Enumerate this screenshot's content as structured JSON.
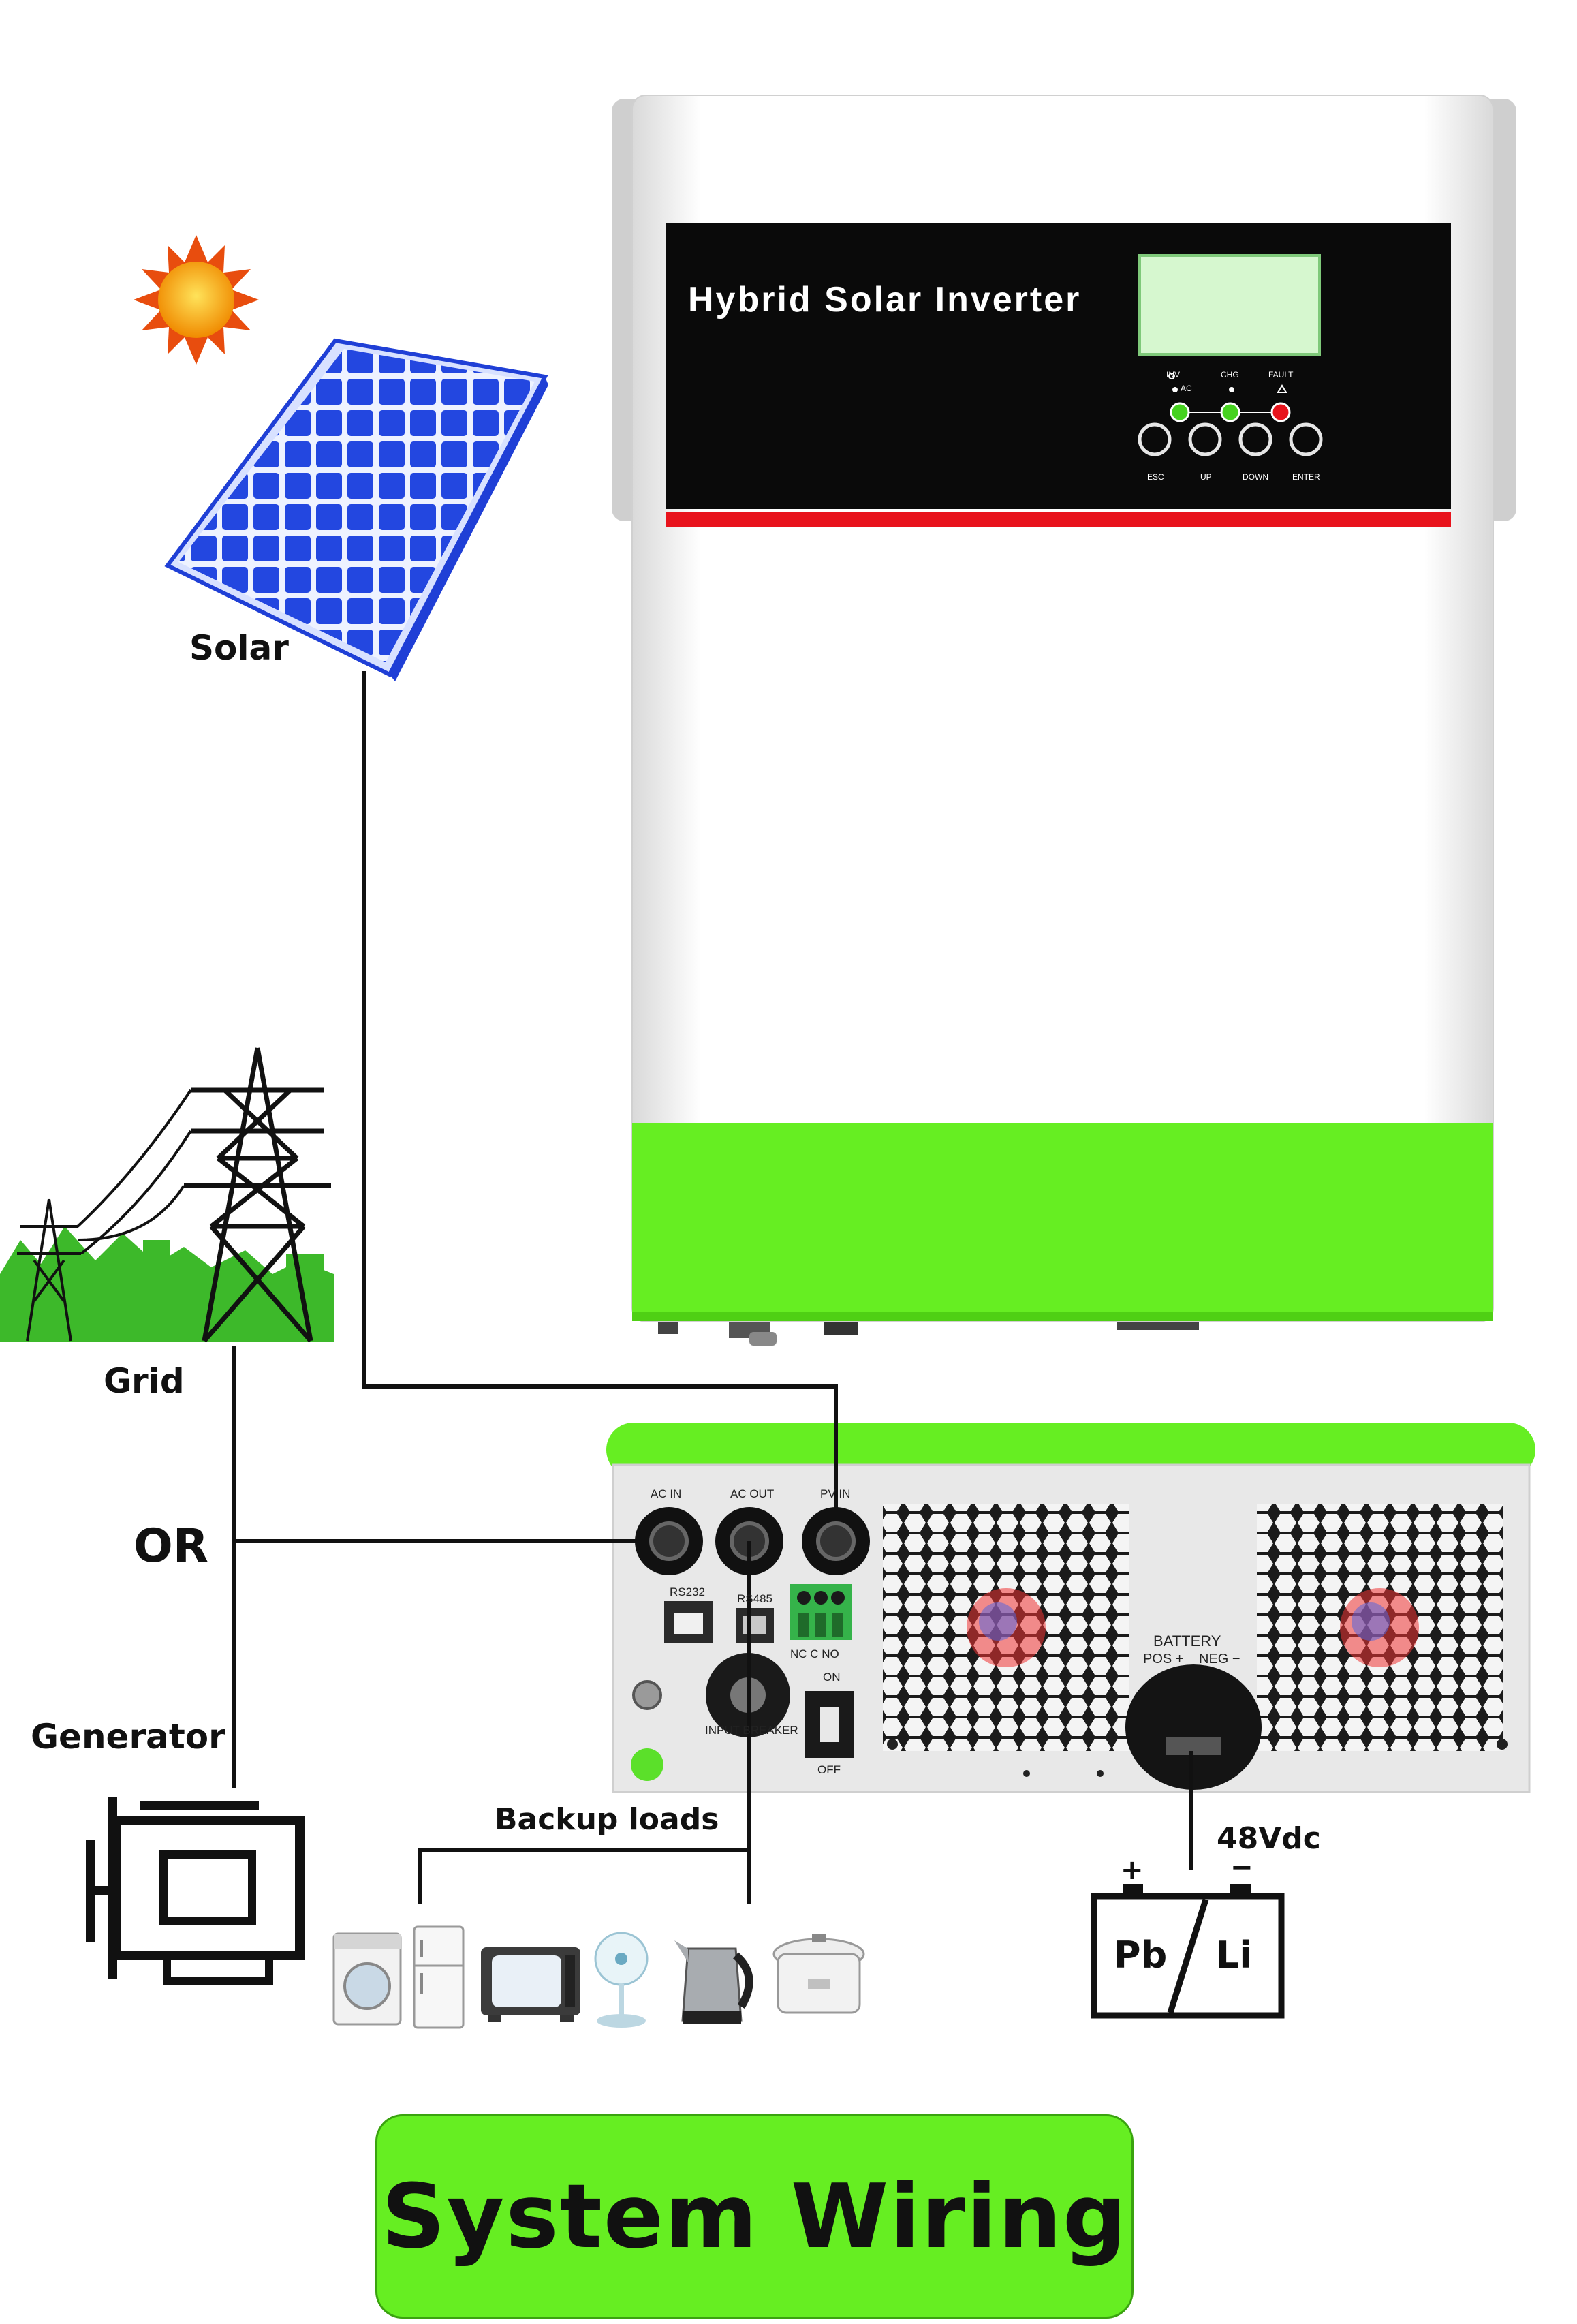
{
  "inverter": {
    "title": "Hybrid Solar Inverter",
    "indicators": {
      "inv": "INV",
      "ac": "AC",
      "chg": "CHG",
      "fault": "FAULT"
    },
    "buttons": {
      "esc": "ESC",
      "up": "UP",
      "down": "DOWN",
      "enter": "ENTER"
    }
  },
  "rear_panel": {
    "ports": {
      "ac_in": "AC IN",
      "ac_out": "AC OUT",
      "pv_in": "PV IN"
    },
    "rs232": "RS232",
    "rs485": "RS485",
    "relay": "NC C NO",
    "switch_on": "ON",
    "switch_off": "OFF",
    "breaker": "INPUT BREAKER",
    "battery": "BATTERY",
    "pos": "POS +",
    "neg": "NEG −"
  },
  "labels": {
    "solar": "Solar",
    "grid": "Grid",
    "or": "OR",
    "generator": "Generator",
    "backup_loads": "Backup loads",
    "voltage": "48Vdc",
    "battery_pb": "Pb",
    "battery_li": "Li",
    "battery_plus": "+",
    "battery_minus": "−"
  },
  "title": "System Wiring",
  "colors": {
    "accent_green": "#66ee22",
    "panel_black": "#0a0a0a",
    "stripe_red": "#e8131c",
    "lcd": "#d6f7cf",
    "solar_blue": "#1f3fd6",
    "wire": "#111111"
  }
}
